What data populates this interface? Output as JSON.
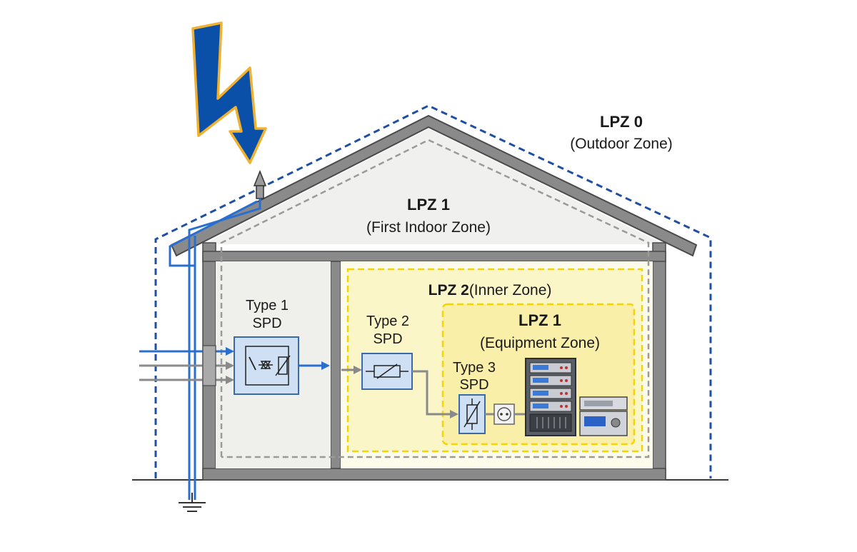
{
  "colors": {
    "wall": "#7a7a7a",
    "wall_stroke": "#4a4a4a",
    "zone1_fill": "#f0f0ee",
    "zone2_fill": "#fbf6c8",
    "zone3_fill": "#fbf0b0",
    "yellow_dash": "#f5d400",
    "blue_dash": "#1f4fa3",
    "gray_dash": "#9a9a9a",
    "lightning": "#0a4fa8",
    "lightning_edge": "#f0b030",
    "line_blue": "#2a6fd0",
    "line_gray": "#8a8a8a",
    "spd_fill": "#cfe0f5",
    "spd_stroke": "#3a6aa8"
  },
  "zones": {
    "lpz0": {
      "title": "LPZ 0",
      "subtitle": "(Outdoor Zone)"
    },
    "lpz1_outer": {
      "title": "LPZ 1",
      "subtitle": "(First Indoor Zone)"
    },
    "lpz2": {
      "title": "LPZ 2",
      "subtitle": "(Inner Zone)"
    },
    "lpz1_equipment": {
      "title": "LPZ 1",
      "subtitle": "(Equipment Zone)"
    }
  },
  "devices": {
    "spd1": {
      "line1": "Type 1",
      "line2": "SPD"
    },
    "spd2": {
      "line1": "Type 2",
      "line2": "SPD"
    },
    "spd3": {
      "line1": "Type 3",
      "line2": "SPD"
    }
  },
  "icons": [
    "lightning-bolt-icon",
    "air-terminal-icon",
    "ground-symbol-icon",
    "spd-type1-icon",
    "spd-type2-icon",
    "spd-type3-icon",
    "power-outlet-icon",
    "server-rack-icon",
    "audio-receiver-icon"
  ]
}
